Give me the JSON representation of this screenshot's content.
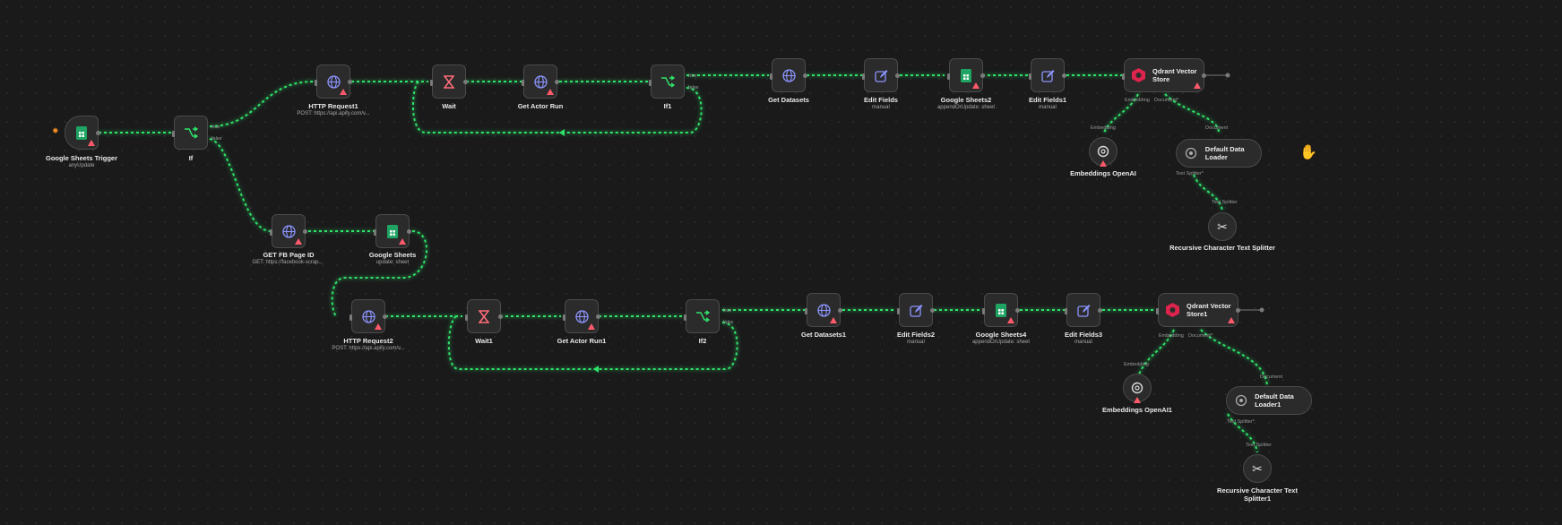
{
  "colors": {
    "edge": "#2ee46a",
    "background": "#1a1a1a",
    "warning": "#ff5a6a",
    "trigger_bolt": "#f08a24"
  },
  "nodes": {
    "sheets_trigger": {
      "label": "Google Sheets Trigger",
      "sub": "anyUpdate",
      "icon": "google-sheets-icon"
    },
    "if": {
      "label": "If",
      "true": "true",
      "false": "false",
      "icon": "branch-icon"
    },
    "http1": {
      "label": "HTTP Request1",
      "sub": "POST: https://api.apify.com/v...",
      "icon": "globe-icon"
    },
    "wait": {
      "label": "Wait",
      "icon": "hourglass-icon"
    },
    "actor_run": {
      "label": "Get Actor Run",
      "icon": "globe-icon"
    },
    "if1": {
      "label": "If1",
      "true": "true",
      "false": "false",
      "icon": "branch-icon"
    },
    "datasets": {
      "label": "Get Datasets",
      "icon": "globe-icon"
    },
    "edit_fields": {
      "label": "Edit Fields",
      "sub": "manual",
      "icon": "pencil-icon"
    },
    "sheets2": {
      "label": "Google Sheets2",
      "sub": "appendOrUpdate: sheet",
      "icon": "google-sheets-icon"
    },
    "edit_fields1": {
      "label": "Edit Fields1",
      "sub": "manual",
      "icon": "pencil-icon"
    },
    "qdrant": {
      "label": "Qdrant Vector Store",
      "ports": {
        "embedding": "Embedding",
        "document": "Document*"
      },
      "icon": "qdrant-icon"
    },
    "embeddings": {
      "label": "Embeddings OpenAI",
      "port": "Embedding",
      "icon": "openai-icon"
    },
    "loader": {
      "label": "Default Data Loader",
      "port_in": "Document",
      "port_out": "Text Splitter*",
      "icon": "loader-icon"
    },
    "splitter": {
      "label": "Recursive Character Text Splitter",
      "port": "Text Splitter",
      "icon": "scissors-icon"
    },
    "fb_page": {
      "label": "GET FB Page ID",
      "sub": "GET: https://facebook-scrap...",
      "icon": "globe-icon"
    },
    "sheets": {
      "label": "Google Sheets",
      "sub": "update: sheet",
      "icon": "google-sheets-icon"
    },
    "http2": {
      "label": "HTTP Request2",
      "sub": "POST: https://api.apify.com/v...",
      "icon": "globe-icon"
    },
    "wait1": {
      "label": "Wait1",
      "icon": "hourglass-icon"
    },
    "actor_run1": {
      "label": "Get Actor Run1",
      "icon": "globe-icon"
    },
    "if2": {
      "label": "If2",
      "true": "true",
      "false": "false",
      "icon": "branch-icon"
    },
    "datasets1": {
      "label": "Get Datasets1",
      "icon": "globe-icon"
    },
    "edit_fields2": {
      "label": "Edit Fields2",
      "sub": "manual",
      "icon": "pencil-icon"
    },
    "sheets4": {
      "label": "Google Sheets4",
      "sub": "appendOrUpdate: sheet",
      "icon": "google-sheets-icon"
    },
    "edit_fields3": {
      "label": "Edit Fields3",
      "sub": "manual",
      "icon": "pencil-icon"
    },
    "qdrant1": {
      "label": "Qdrant Vector Store1",
      "ports": {
        "embedding": "Embedding",
        "document": "Document*"
      },
      "icon": "qdrant-icon"
    },
    "embeddings1": {
      "label": "Embeddings OpenAI1",
      "port": "Embedding",
      "icon": "openai-icon"
    },
    "loader1": {
      "label": "Default Data Loader1",
      "port_in": "Document",
      "port_out": "Text Splitter*",
      "icon": "loader-icon"
    },
    "splitter1": {
      "label": "Recursive Character Text Splitter1",
      "port": "Text Splitter",
      "icon": "scissors-icon"
    }
  }
}
